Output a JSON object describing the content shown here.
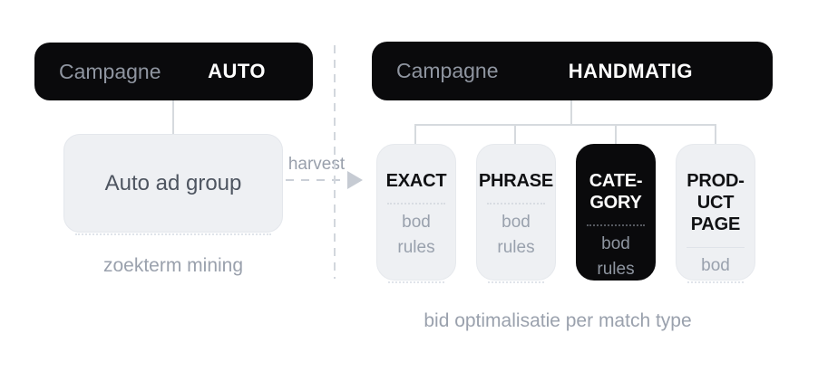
{
  "diagram": {
    "left_section": {
      "campaign_box": {
        "label": "Campagne",
        "mode": "AUTO"
      },
      "ad_group_box": {
        "label": "Auto ad group"
      },
      "caption": "zoekterm mining",
      "harvest_arrow": {
        "label": "harvest"
      }
    },
    "right_section": {
      "campaign_box": {
        "label": "Campagne",
        "mode": "HANDMATIG"
      },
      "caption": "bid optimalisatie per match type",
      "match_type_cards": [
        {
          "name": "EXACT",
          "title_lines": [
            "EXACT"
          ],
          "sub_labels": [
            "bod",
            "rules"
          ],
          "variant": "light",
          "divider_style": "dotted"
        },
        {
          "name": "PHRASE",
          "title_lines": [
            "PHRASE"
          ],
          "sub_labels": [
            "bod",
            "rules"
          ],
          "variant": "light",
          "divider_style": "dotted"
        },
        {
          "name": "CATEGORY",
          "title_lines": [
            "CATE-",
            "GORY"
          ],
          "sub_labels": [
            "bod",
            "rules"
          ],
          "variant": "dark",
          "divider_style": "dotted"
        },
        {
          "name": "PRODUCT PAGE",
          "title_lines": [
            "PROD-",
            "UCT",
            "PAGE"
          ],
          "sub_labels": [
            "bod"
          ],
          "variant": "light",
          "divider_style": "solid"
        }
      ]
    }
  },
  "colors": {
    "background": "#ffffff",
    "box_dark": "#0a0a0c",
    "box_light_fill": "#eef0f3",
    "box_light_border": "#e4e7ec",
    "text_on_dark_muted": "#8f95a0",
    "text_on_dark": "#ffffff",
    "text_dark": "#101113",
    "text_adgroup": "#4e5560",
    "text_muted": "#9aa1ad",
    "connector_line": "#d6dade",
    "dashed_divider": "#d2d7dd",
    "arrow": "#c6cbd3"
  }
}
